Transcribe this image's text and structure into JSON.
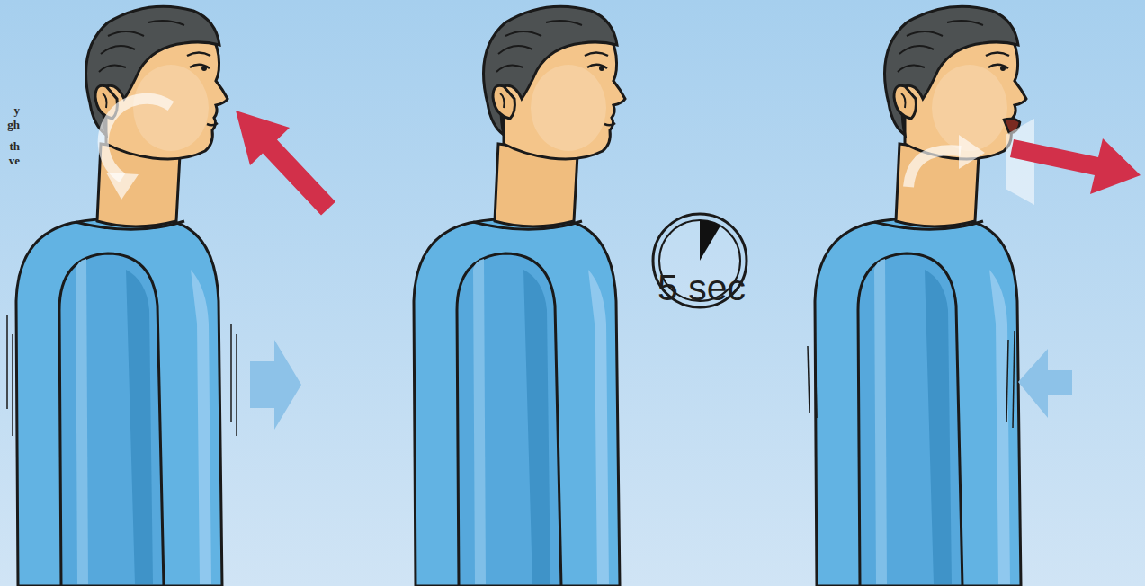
{
  "diagram": {
    "labels": [
      "y",
      "gh",
      "th",
      "ve",
      "5 sec"
    ]
  }
}
